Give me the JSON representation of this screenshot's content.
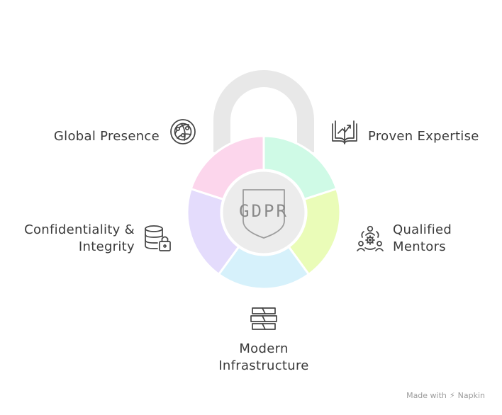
{
  "center_label": "GDPR",
  "segments": [
    {
      "key": "proven-expertise",
      "label_lines": [
        "Proven Expertise"
      ],
      "color": "#cffae6",
      "icon": "open-book-arrow-icon"
    },
    {
      "key": "qualified-mentors",
      "label_lines": [
        "Qualified",
        "Mentors"
      ],
      "color": "#eafcb8",
      "icon": "team-gear-icon"
    },
    {
      "key": "modern-infrastructure",
      "label_lines": [
        "Modern",
        "Infrastructure"
      ],
      "color": "#d6f1fb",
      "icon": "server-stack-icon"
    },
    {
      "key": "confidentiality-integrity",
      "label_lines": [
        "Confidentiality &",
        "Integrity"
      ],
      "color": "#e4dcfc",
      "icon": "database-lock-icon"
    },
    {
      "key": "global-presence",
      "label_lines": [
        "Global Presence"
      ],
      "color": "#fcd6ec",
      "icon": "globe-network-icon"
    }
  ],
  "colors": {
    "shackle": "#e8e8e8",
    "center": "#ececec",
    "stroke": "#6f6f6f",
    "text": "#3a3a3a"
  },
  "watermark": {
    "prefix": "Made with",
    "brand": "Napkin"
  }
}
